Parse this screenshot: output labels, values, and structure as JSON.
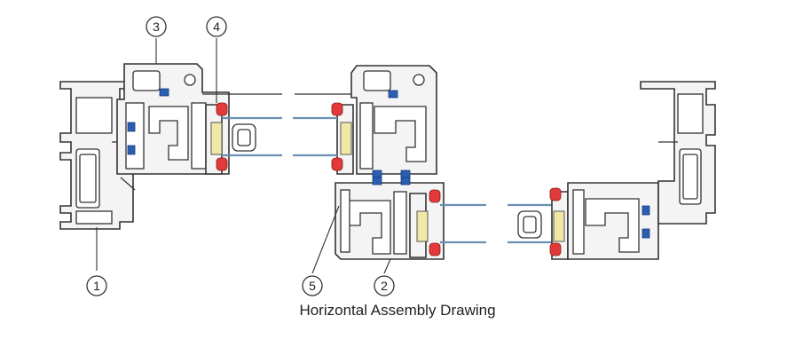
{
  "caption": "Horizontal Assembly Drawing",
  "callouts": [
    {
      "id": "c1",
      "number": "1"
    },
    {
      "id": "c2",
      "number": "2"
    },
    {
      "id": "c3",
      "number": "3"
    },
    {
      "id": "c4",
      "number": "4"
    },
    {
      "id": "c5",
      "number": "5"
    }
  ],
  "colors": {
    "gasket_blue": "#2a5fb0",
    "gasket_red": "#e23a3a",
    "glass": "#6a8fb3",
    "outline": "#333333"
  }
}
